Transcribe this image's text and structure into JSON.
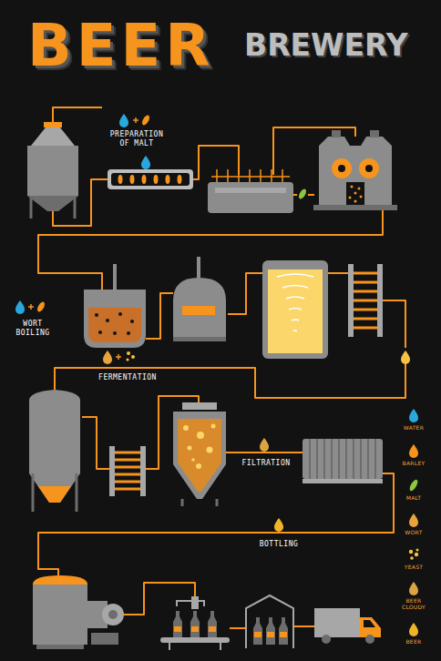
{
  "diagram": {
    "title": "BEER",
    "labels": [
      "BREWERY",
      "PREPARATION OF MALT",
      "WORT BOILING",
      "FERMENTATION",
      "FILTRATION",
      "BOTTLING"
    ],
    "legend": [
      {
        "text": "WATER",
        "color": "#29a8e0"
      },
      {
        "text": "BARLEY",
        "color": "#f7941d"
      },
      {
        "text": "MALT",
        "color": "#8dc63f"
      },
      {
        "text": "WORT",
        "color": "#e8a33d"
      },
      {
        "text": "YEAST",
        "color": "#f5c242"
      },
      {
        "text": "BEER CLOUDY",
        "color": "#d9a441"
      },
      {
        "text": "BEER",
        "color": "#f0b429"
      }
    ]
  }
}
